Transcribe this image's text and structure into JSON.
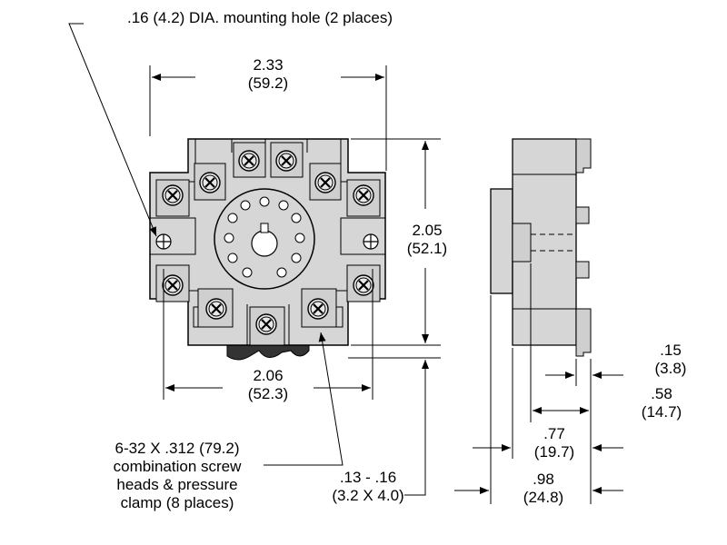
{
  "diagram": {
    "mounting_hole_note": ".16 (4.2) DIA. mounting hole (2 places)",
    "width_top": {
      "in": "2.33",
      "mm": "(59.2)"
    },
    "height_right": {
      "in": "2.05",
      "mm": "(52.1)"
    },
    "width_bottom": {
      "in": "2.06",
      "mm": "(52.3)"
    },
    "screw_note": [
      "6-32 X .312 (79.2)",
      "combination screw",
      "heads & pressure",
      "clamp (8 places)"
    ],
    "slot_note": {
      "in": ".13 - .16",
      "mm": "(3.2 X 4.0)"
    },
    "side_dim_1": {
      "in": ".15",
      "mm": "(3.8)"
    },
    "side_dim_2": {
      "in": ".58",
      "mm": "(14.7)"
    },
    "side_dim_3": {
      "in": ".77",
      "mm": "(19.7)"
    },
    "side_dim_4": {
      "in": ".98",
      "mm": "(24.8)"
    }
  },
  "colors": {
    "body": "#d6d6d6",
    "line": "#000000",
    "dark": "#222222"
  }
}
